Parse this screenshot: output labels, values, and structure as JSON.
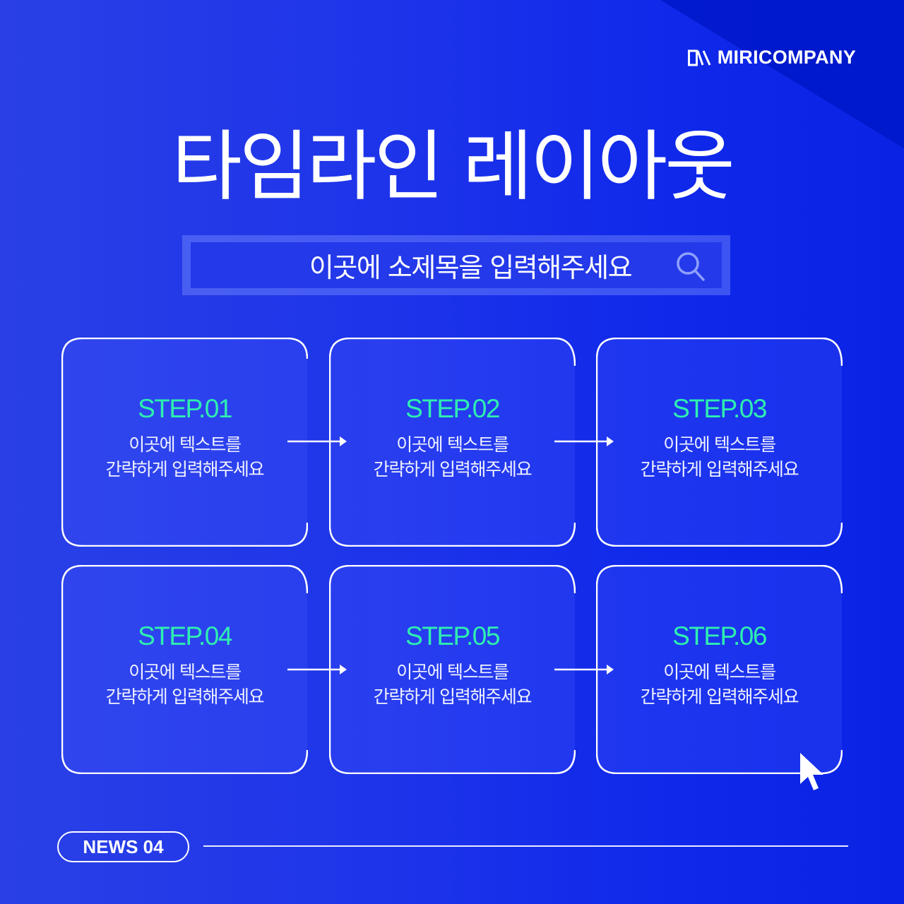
{
  "brand": {
    "name": "MIRICOMPANY",
    "logo_icon": "miricompany-logo-icon"
  },
  "header": {
    "title": "타임라인 레이아웃"
  },
  "search": {
    "text": "이곳에 소제목을 입력해주세요",
    "icon": "search-icon"
  },
  "steps": [
    {
      "label": "STEP.01",
      "line1": "이곳에 텍스트를",
      "line2": "간략하게 입력해주세요"
    },
    {
      "label": "STEP.02",
      "line1": "이곳에 텍스트를",
      "line2": "간략하게 입력해주세요"
    },
    {
      "label": "STEP.03",
      "line1": "이곳에 텍스트를",
      "line2": "간략하게 입력해주세요"
    },
    {
      "label": "STEP.04",
      "line1": "이곳에 텍스트를",
      "line2": "간략하게 입력해주세요"
    },
    {
      "label": "STEP.05",
      "line1": "이곳에 텍스트를",
      "line2": "간략하게 입력해주세요"
    },
    {
      "label": "STEP.06",
      "line1": "이곳에 텍스트를",
      "line2": "간략하게 입력해주세요"
    }
  ],
  "footer": {
    "badge": "NEWS 04"
  },
  "colors": {
    "background_start": "#2a40e6",
    "background_end": "#0a22e4",
    "corner_shade": "#0018c8",
    "accent_step": "#2ef0b0",
    "text": "#ffffff"
  }
}
